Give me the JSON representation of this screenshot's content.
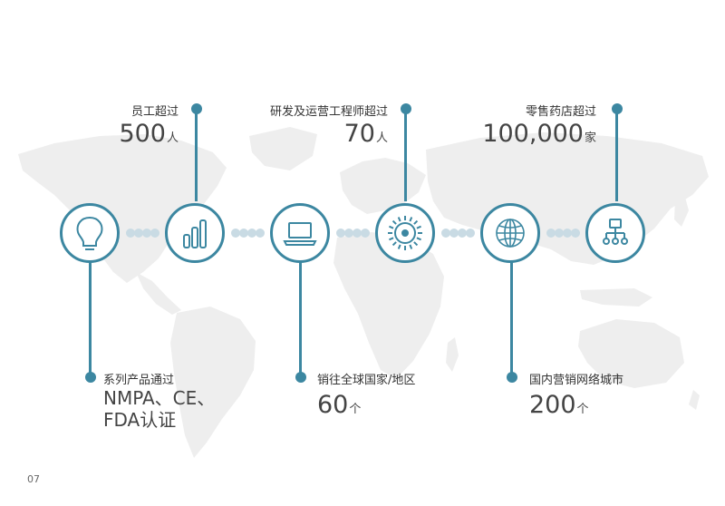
{
  "stats_top": [
    {
      "label": "员工超过",
      "value": "500",
      "unit": "人"
    },
    {
      "label": "研发及运营工程师超过",
      "value": "70",
      "unit": "人"
    },
    {
      "label": "零售药店超过",
      "value": "100,000",
      "unit": "家"
    }
  ],
  "stats_bottom": [
    {
      "label": "系列产品通过",
      "value_line1": "NMPA、CE、",
      "value_line2": "FDA认证"
    },
    {
      "label": "销往全球国家/地区",
      "value": "60",
      "unit": "个"
    },
    {
      "label": "国内营销网络城市",
      "value": "200",
      "unit": "个"
    }
  ],
  "icons": [
    "lightbulb-icon",
    "bar-chart-icon",
    "laptop-icon",
    "sun-gear-icon",
    "globe-icon",
    "network-icon"
  ],
  "colors": {
    "accent": "#3c87a1",
    "map": "#eeeeee",
    "connector_dots": "#c9dbe4"
  },
  "page_number": "07"
}
